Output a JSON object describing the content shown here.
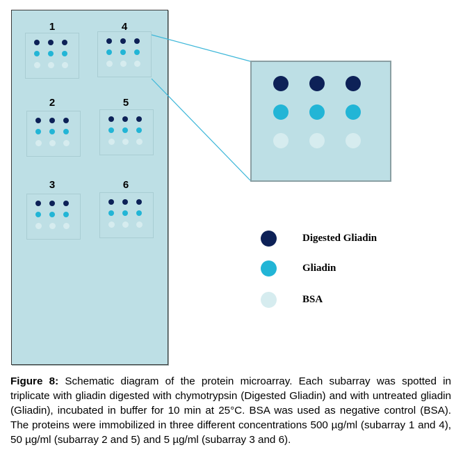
{
  "figure": {
    "subarrays": [
      {
        "label": "1",
        "concentration": "500 µg/ml"
      },
      {
        "label": "2",
        "concentration": "50 µg/ml"
      },
      {
        "label": "3",
        "concentration": "5 µg/ml"
      },
      {
        "label": "4",
        "concentration": "500 µg/ml"
      },
      {
        "label": "5",
        "concentration": "50 µg/ml"
      },
      {
        "label": "6",
        "concentration": "5 µg/ml"
      }
    ],
    "spot_rows": [
      "Digested Gliadin",
      "Gliadin",
      "BSA"
    ],
    "replicates": 3,
    "zoomed_subarray": "4",
    "colors": {
      "digested_gliadin": "#0d2157",
      "gliadin": "#22b5d6",
      "bsa": "#d6ecef",
      "slide": "#bddfe5",
      "connector": "#3db7d9"
    }
  },
  "legend": [
    {
      "label": "Digested Gliadin",
      "color": "#0d2157"
    },
    {
      "label": "Gliadin",
      "color": "#22b5d6"
    },
    {
      "label": "BSA",
      "color": "#d6ecef"
    }
  ],
  "caption": {
    "label": "Figure 8:",
    "text": " Schematic diagram of the protein microarray. Each subarray was spotted in triplicate with gliadin digested with chymotrypsin (Digested Gliadin) and with untreated gliadin (Gliadin), incubated in buffer for 10 min at 25°C. BSA was used as negative control (BSA). The proteins were immobilized in three different concentrations 500 µg/ml (subarray 1 and 4), 50 µg/ml (subarray 2 and 5) and 5 µg/ml (subarray 3 and 6)."
  }
}
